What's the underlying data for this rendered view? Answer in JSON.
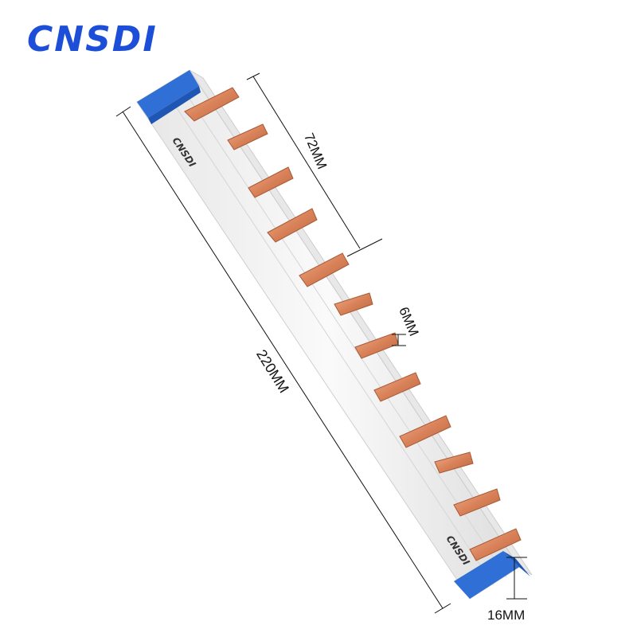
{
  "brand": {
    "logo_text": "CNSDI",
    "color": "#1d4ed8"
  },
  "dimensions": {
    "pitch": "72MM",
    "pin_width": "6MM",
    "total_length": "220MM",
    "height": "16MM"
  },
  "product": {
    "strip_label": "CNSDI",
    "pin_count": 12,
    "colors": {
      "body": "#f1f1f1",
      "end_caps": "#2f6fd6",
      "copper": "#d98a60"
    }
  }
}
